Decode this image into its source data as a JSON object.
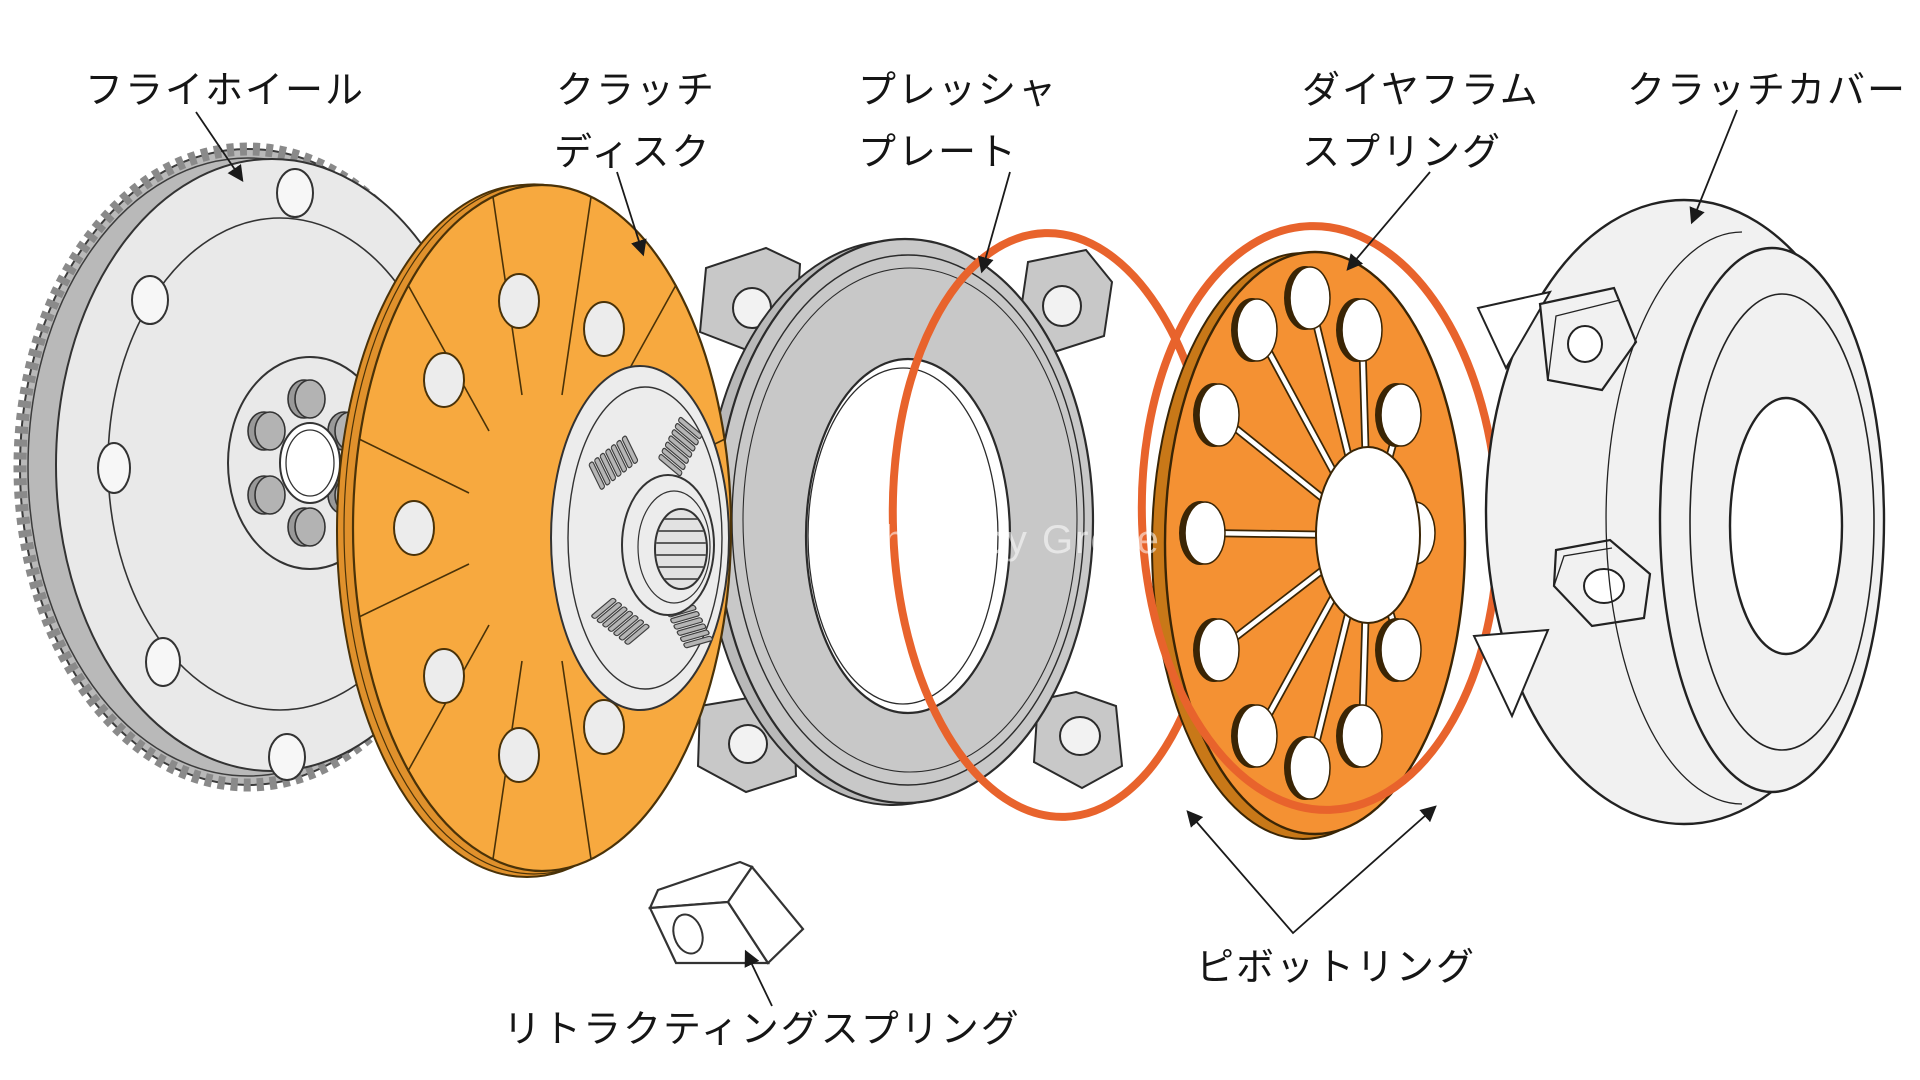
{
  "watermark": "Photo by Grese",
  "labels": {
    "flywheel": "フライホイール",
    "clutch_disc_1": "クラッチ",
    "clutch_disc_2": "ディスク",
    "pressure_plate_1": "プレッシャ",
    "pressure_plate_2": "プレート",
    "diaphragm_spring_1": "ダイヤフラム",
    "diaphragm_spring_2": "スプリング",
    "clutch_cover": "クラッチカバー",
    "pivot_ring": "ピボットリング",
    "retracting_spring": "リトラクティングスプリング"
  },
  "parts": [
    {
      "id": "flywheel",
      "label_ref": "labels.flywheel"
    },
    {
      "id": "clutch-disc",
      "label_ref": "labels.clutch_disc_1"
    },
    {
      "id": "pressure-plate",
      "label_ref": "labels.pressure_plate_1"
    },
    {
      "id": "diaphragm-spring",
      "label_ref": "labels.diaphragm_spring_1"
    },
    {
      "id": "pivot-ring",
      "label_ref": "labels.pivot_ring"
    },
    {
      "id": "clutch-cover",
      "label_ref": "labels.clutch_cover"
    },
    {
      "id": "retracting-spring",
      "label_ref": "labels.retracting_spring"
    }
  ],
  "colors": {
    "clutch_disc_orange": "#f7a93f",
    "clutch_disc_edge_orange": "#e0912c",
    "diaphragm_orange": "#f49133",
    "diaphragm_edge_orange": "#c87818",
    "pivot_ring_orange": "#e8632c",
    "flywheel_face_gray": "#e9e9e9",
    "flywheel_teeth_gray": "#b9b9b9",
    "pressure_plate_gray": "#c8c8c8",
    "clutch_cover_gray": "#f1f1f1",
    "outline_dark": "#2b2b2b"
  }
}
